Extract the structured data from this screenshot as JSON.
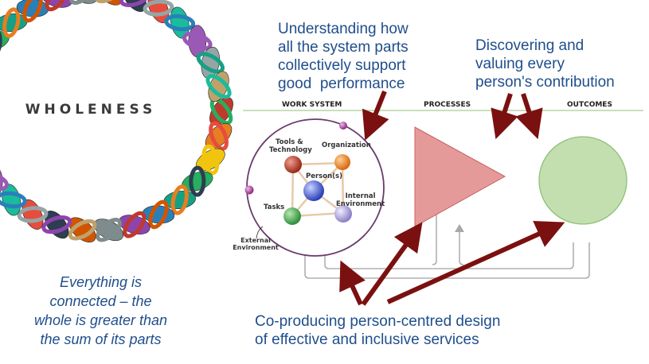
{
  "left": {
    "ring_word": "WHOLENESS",
    "caption_lines": [
      "Everything is",
      "connected – the",
      "whole is greater than",
      "the sum of its parts"
    ]
  },
  "callouts": {
    "understanding_lines": [
      "Understanding how",
      "all the system parts",
      "collectively support",
      "good  performance"
    ],
    "discovering_lines": [
      "Discovering and",
      "valuing every",
      "person's contribution"
    ],
    "coproducing_lines": [
      "Co-producing person-centred design",
      "of effective and inclusive services"
    ]
  },
  "diagram": {
    "headers": {
      "work_system": "WORK SYSTEM",
      "processes": "PROCESSES",
      "outcomes": "OUTCOMES"
    },
    "work_system_labels": {
      "tools": [
        "Tools &",
        "Technology"
      ],
      "organization": "Organization",
      "persons": "Person(s)",
      "internal": [
        "Internal",
        "Environment"
      ],
      "tasks": "Tasks",
      "external": [
        "External",
        "Environment"
      ]
    }
  },
  "colors": {
    "blue_text": "#1f4e8c",
    "arrow": "#7b1010",
    "triangle": "#e59a9a",
    "circle": "#c3dfb0",
    "ring_outline": "#6b3a6b"
  }
}
